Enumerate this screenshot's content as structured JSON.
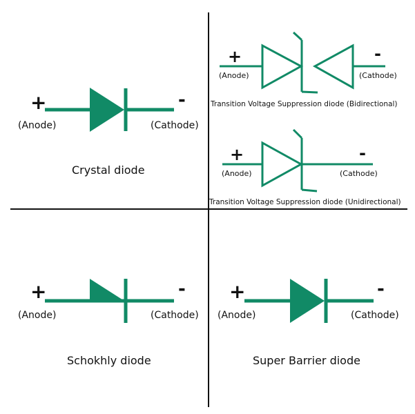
{
  "colors": {
    "symbol": "#118a66",
    "lines": "#111111",
    "text": "#111111",
    "background": "#ffffff"
  },
  "crystal": {
    "plus": "+",
    "minus": "-",
    "anode": "(Anode)",
    "cathode": "(Cathode)",
    "title": "Crystal diode"
  },
  "tvs_bi": {
    "plus": "+",
    "minus": "-",
    "anode": "(Anode)",
    "cathode": "(Cathode)",
    "title": "Transition Voltage Suppression diode (Bidirectional)"
  },
  "tvs_uni": {
    "plus": "+",
    "minus": "-",
    "anode": "(Anode)",
    "cathode": "(Cathode)",
    "title": "Transition Voltage Suppression diode (Unidirectional)"
  },
  "schottky": {
    "plus": "+",
    "minus": "-",
    "anode": "(Anode)",
    "cathode": "(Cathode)",
    "title": "Schokhly diode"
  },
  "super_barrier": {
    "plus": "+",
    "minus": "-",
    "anode": "(Anode)",
    "cathode": "(Cathode)",
    "title": "Super Barrier diode"
  }
}
